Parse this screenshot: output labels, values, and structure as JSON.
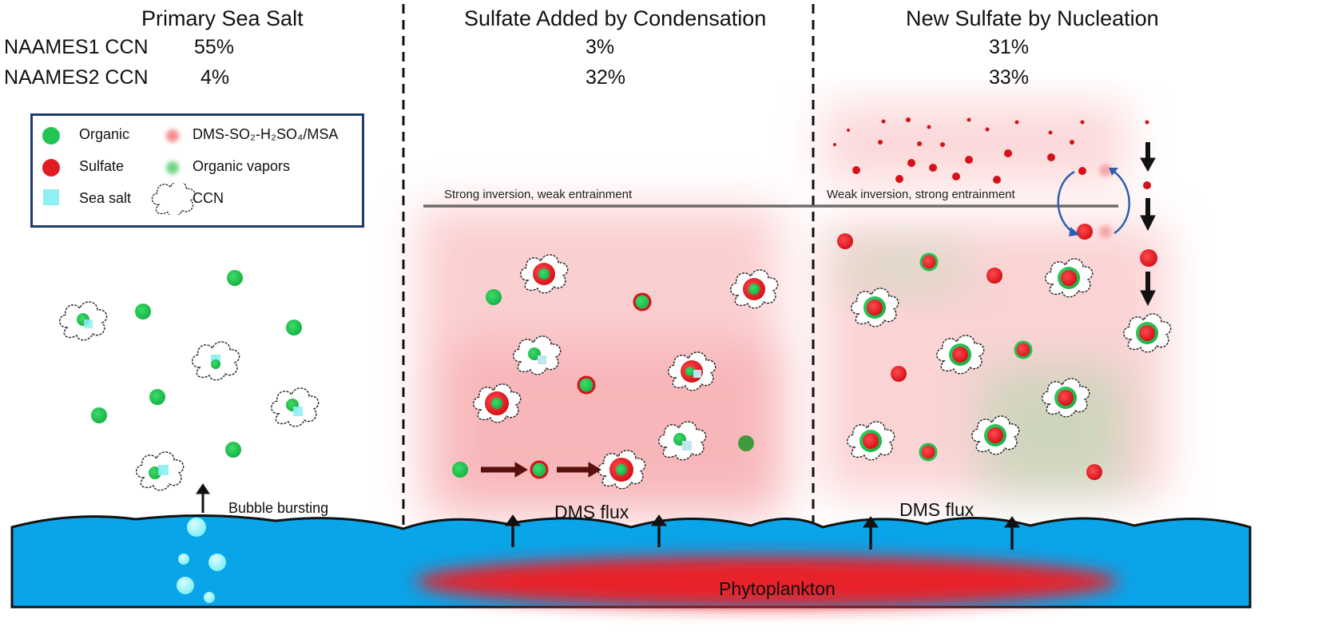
{
  "panels": [
    {
      "title": "Primary Sea Salt",
      "naames1": "55%",
      "naames2": "4%"
    },
    {
      "title": "Sulfate Added by Condensation",
      "naames1": "3%",
      "naames2": "32%"
    },
    {
      "title": "New Sulfate by Nucleation",
      "naames1": "31%",
      "naames2": "33%"
    }
  ],
  "row_labels": {
    "naames1": "NAAMES1 CCN",
    "naames2": "NAAMES2 CCN"
  },
  "legend": {
    "organic": "Organic",
    "sulfate": "Sulfate",
    "sea_salt": "Sea salt",
    "dms": "DMS-SO₂-H₂SO₄/MSA",
    "organic_vapors": "Organic vapors",
    "ccn": "CCN"
  },
  "annotations": {
    "strong_inversion": "Strong inversion, weak entrainment",
    "weak_inversion": "Weak inversion, strong entrainment",
    "bubble_bursting": "Bubble bursting",
    "dms_flux": "DMS flux",
    "phytoplankton": "Phytoplankton"
  },
  "colors": {
    "organic": "#22c455",
    "sulfate": "#e21c24",
    "sea_salt": "#8eeff5",
    "ocean": "#0aa4e8",
    "phytoplankton": "#e8202a",
    "legend_border": "#1f3b70"
  }
}
